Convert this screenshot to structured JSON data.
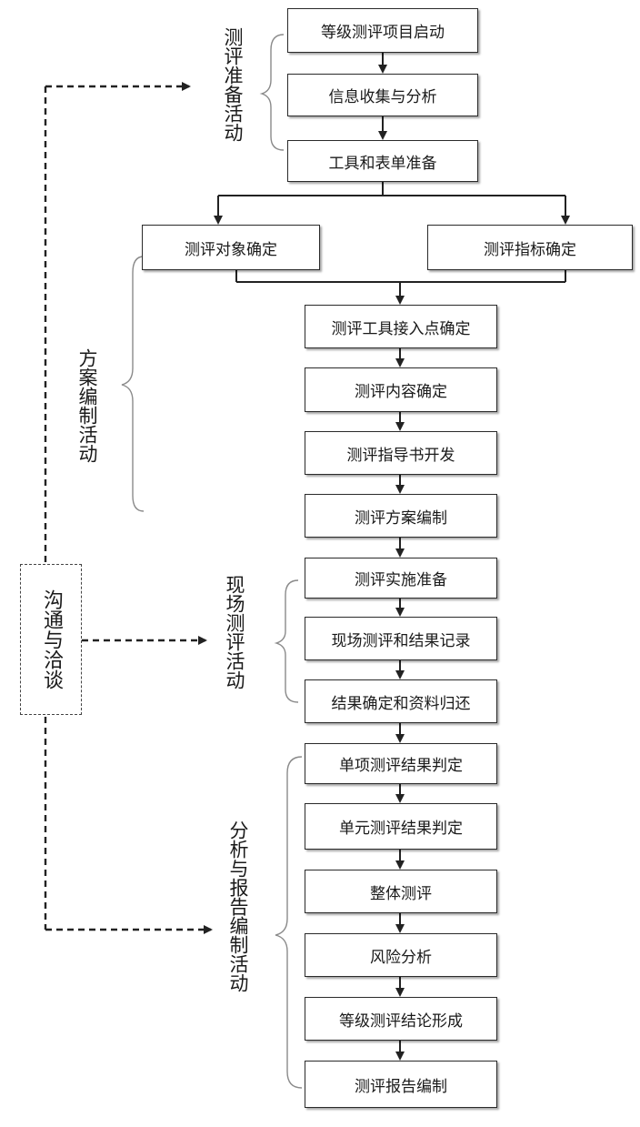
{
  "steps": {
    "s1": "等级测评项目启动",
    "s2": "信息收集与分析",
    "s3": "工具和表单准备",
    "s4a": "测评对象确定",
    "s4b": "测评指标确定",
    "s5": "测评工具接入点确定",
    "s6": "测评内容确定",
    "s7": "测评指导书开发",
    "s8": "测评方案编制",
    "s9": "测评实施准备",
    "s10": "现场测评和结果记录",
    "s11": "结果确定和资料归还",
    "s12": "单项测评结果判定",
    "s13": "单元测评结果判定",
    "s14": "整体测评",
    "s15": "风险分析",
    "s16": "等级测评结论形成",
    "s17": "测评报告编制"
  },
  "phases": {
    "prep": "测评准备活动",
    "plan": "方案编制活动",
    "onsite": "现场测评活动",
    "report": "分析与报告编制活动"
  },
  "communication": "沟通与洽谈"
}
